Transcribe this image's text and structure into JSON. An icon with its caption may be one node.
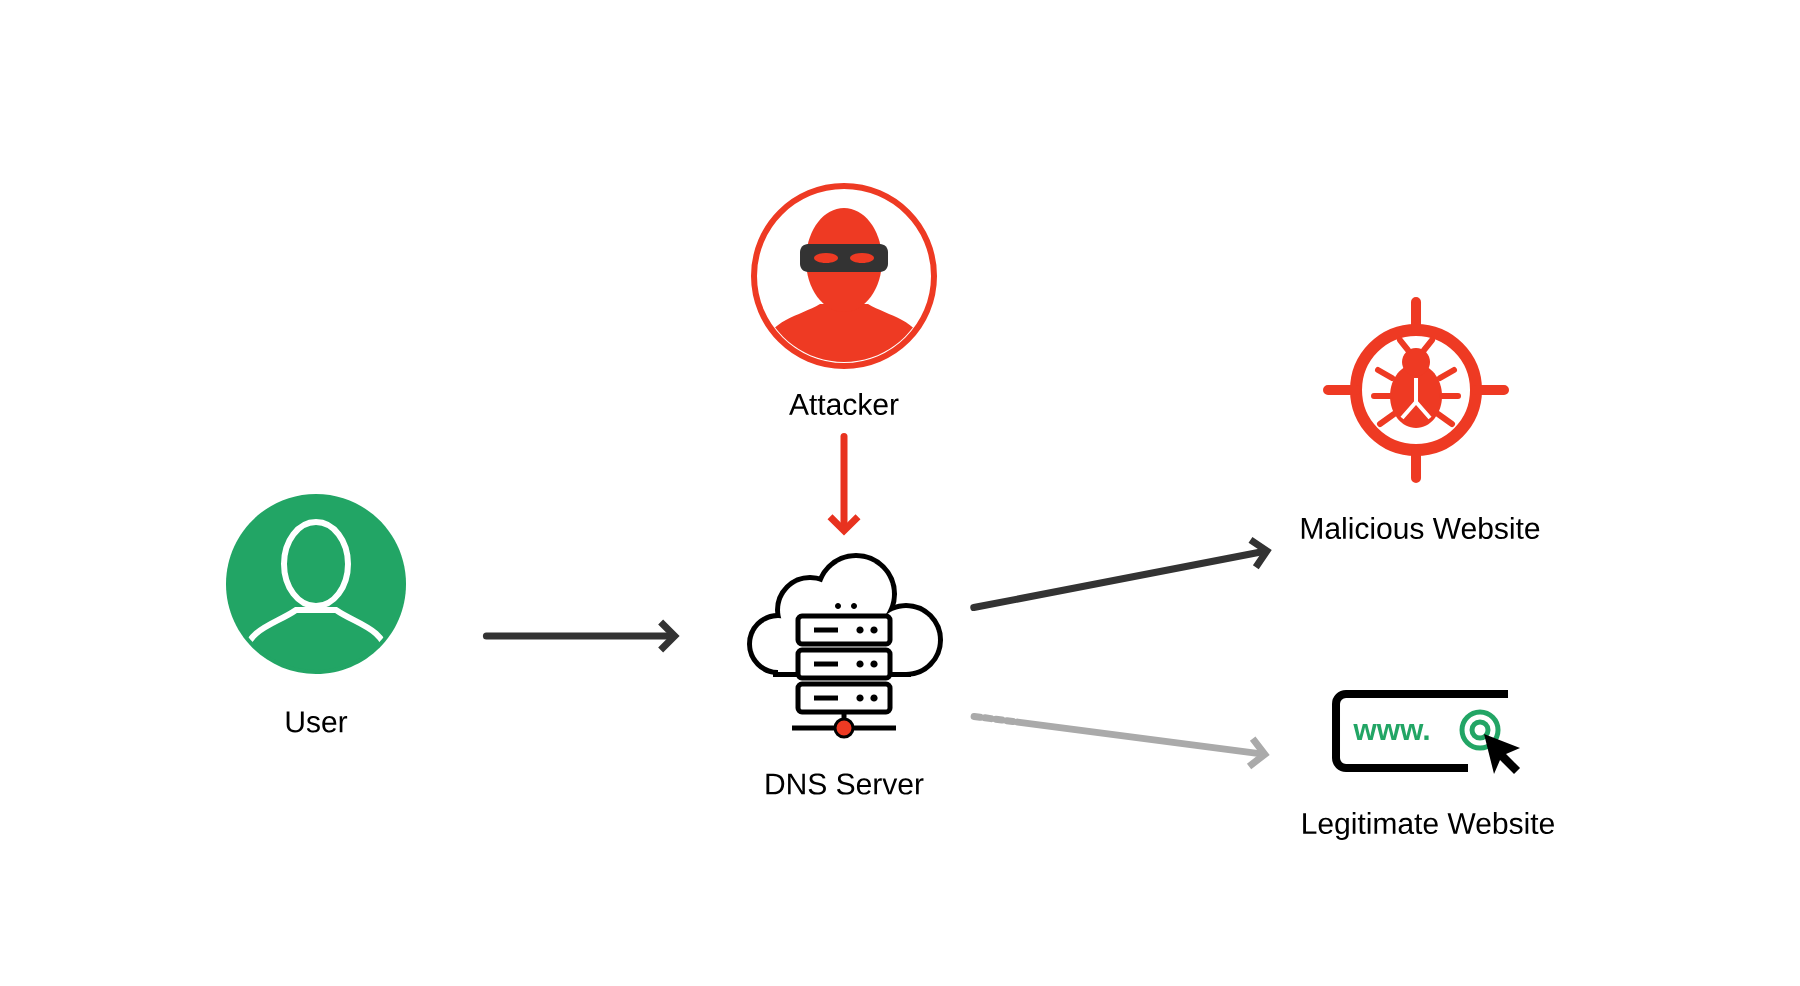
{
  "diagram": {
    "nodes": [
      {
        "text": [
          "User"
        ]
      },
      {
        "text": [
          "Attacker"
        ]
      },
      {
        "text": [
          "DNS Server"
        ]
      },
      {
        "text": [
          "Malicious Website"
        ]
      },
      {
        "text": [
          "www.",
          "Legitimate Website"
        ]
      }
    ],
    "edges": [
      {
        "from": 0,
        "to": 2,
        "arrow": "to"
      },
      {
        "from": 1,
        "to": 2,
        "arrow": "to",
        "color": "#e8321f"
      },
      {
        "from": 2,
        "to": 3,
        "arrow": "to"
      },
      {
        "from": 2,
        "to": 4,
        "arrow": "to",
        "style": "dashed",
        "color": "#aaaaaa"
      }
    ]
  }
}
